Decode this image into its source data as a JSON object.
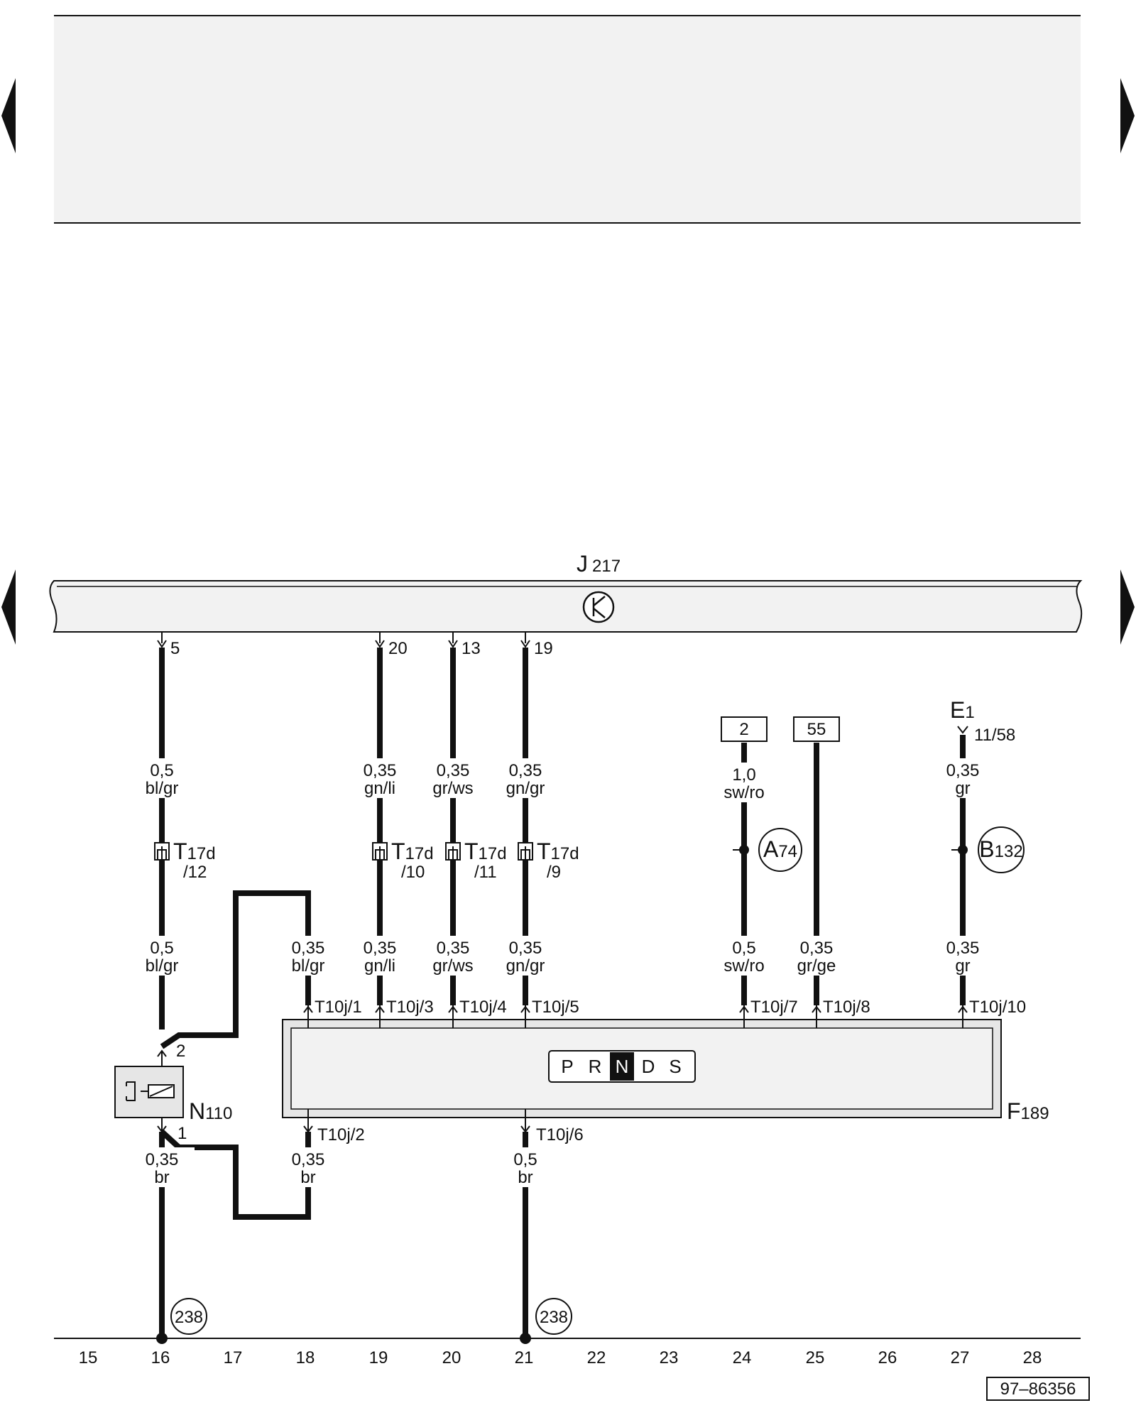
{
  "modules": {
    "j217": {
      "letter": "J",
      "number": "217"
    },
    "f189": {
      "letter": "F",
      "number": "189"
    },
    "n110": {
      "letter": "N",
      "number": "110"
    },
    "e1": {
      "letter": "E",
      "number": "1",
      "pin": "11/58"
    }
  },
  "gear_selector": [
    "P",
    "R",
    "N",
    "D",
    "S"
  ],
  "gear_active": "N",
  "j217_pins": [
    "5",
    "20",
    "13",
    "19"
  ],
  "n110_pins": [
    "2",
    "1"
  ],
  "t17d": {
    "name": "T",
    "sub": "17d",
    "pins": [
      "/12",
      "/10",
      "/11",
      "/9"
    ]
  },
  "wires_upper": [
    {
      "size": "0,5",
      "color": "bl/gr"
    },
    {
      "size": "0,35",
      "color": "gn/li"
    },
    {
      "size": "0,35",
      "color": "gr/ws"
    },
    {
      "size": "0,35",
      "color": "gn/gr"
    },
    {
      "size": "1,0",
      "color": "sw/ro"
    },
    {
      "size": "0,35",
      "color": "gr"
    }
  ],
  "wires_lower": [
    {
      "size": "0,5",
      "color": "bl/gr"
    },
    {
      "size": "0,35",
      "color": "bl/gr"
    },
    {
      "size": "0,35",
      "color": "gn/li"
    },
    {
      "size": "0,35",
      "color": "gr/ws"
    },
    {
      "size": "0,35",
      "color": "gn/gr"
    },
    {
      "size": "0,5",
      "color": "sw/ro"
    },
    {
      "size": "0,35",
      "color": "gr/ge"
    },
    {
      "size": "0,35",
      "color": "gr"
    }
  ],
  "wires_bottom": [
    {
      "size": "0,35",
      "color": "br"
    },
    {
      "size": "0,35",
      "color": "br"
    },
    {
      "size": "0,5",
      "color": "br"
    }
  ],
  "t10j_top": [
    "T10j/1",
    "T10j/3",
    "T10j/4",
    "T10j/5",
    "T10j/7",
    "T10j/8",
    "T10j/10"
  ],
  "t10j_bottom": [
    "T10j/2",
    "T10j/6"
  ],
  "refs": {
    "r2": "2",
    "r55": "55"
  },
  "splices": {
    "a74": {
      "letter": "A",
      "number": "74"
    },
    "b132": {
      "letter": "B",
      "number": "132"
    }
  },
  "ground_points": [
    "238",
    "238"
  ],
  "track_numbers": [
    "15",
    "16",
    "17",
    "18",
    "19",
    "20",
    "21",
    "22",
    "23",
    "24",
    "25",
    "26",
    "27",
    "28"
  ],
  "diagram_id": "97–86356",
  "colors": {
    "line": "#111111",
    "panel": "#f2f2f2",
    "component": "#e6e6e6"
  }
}
